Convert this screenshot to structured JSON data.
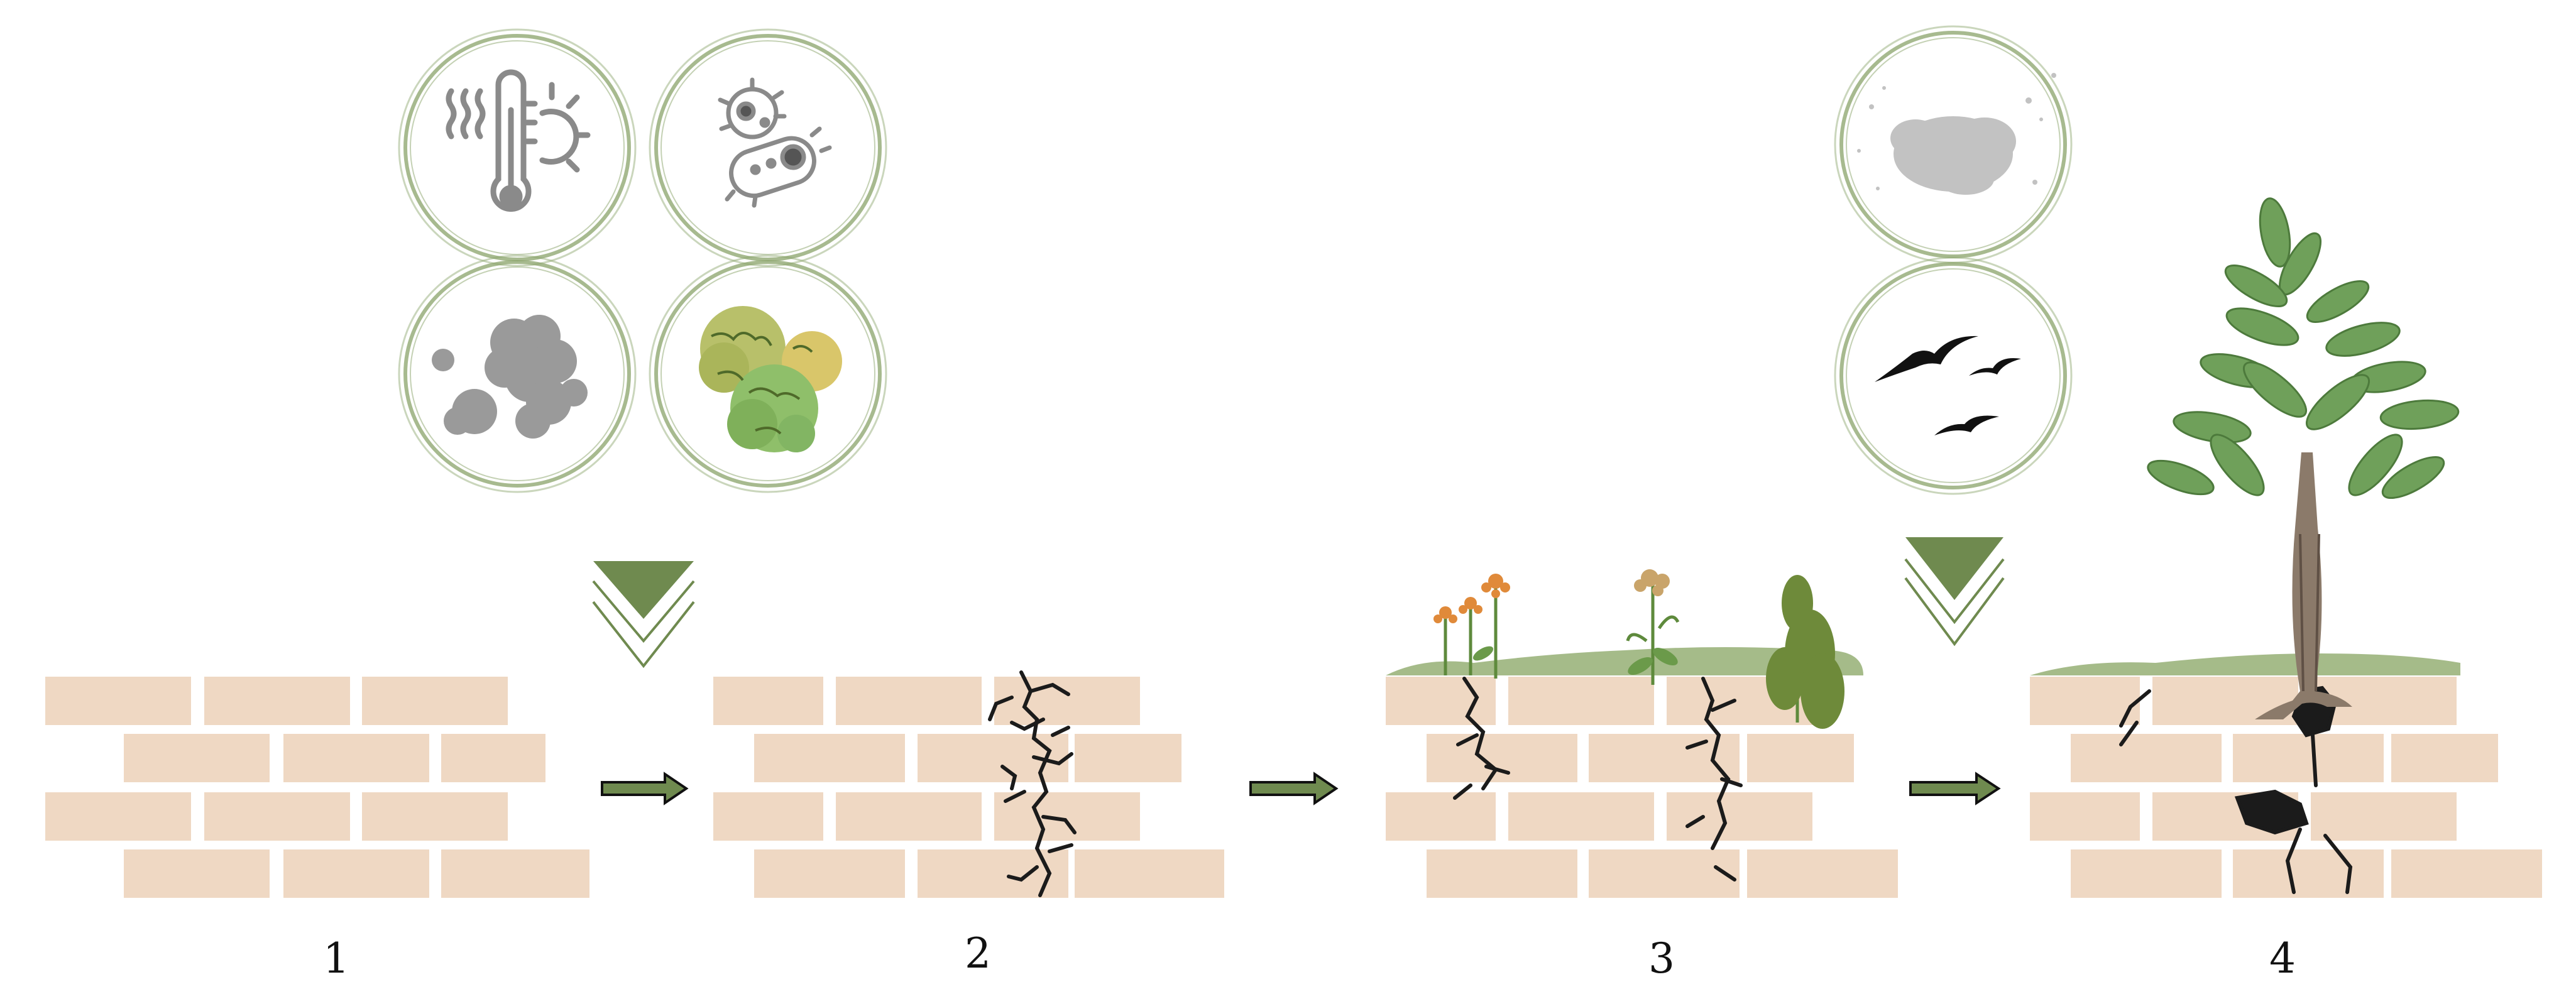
{
  "colors": {
    "brick": "#efd8c3",
    "brick_edge": "#e6cab1",
    "accent_green": "#6f8a4f",
    "ring_green": "#8aa36a",
    "icon_gray": "#8a8a8a",
    "crack": "#1b1b1b",
    "grass": "#8faa6b"
  },
  "factor_icons": [
    "temperature-sun-icon",
    "bacteria-icon",
    "pollution-particles-icon",
    "lichen-moss-icon",
    "dust-icon",
    "birds-icon"
  ],
  "stages": [
    {
      "label": "1",
      "state": "intact-wall"
    },
    {
      "label": "2",
      "state": "cracked-wall"
    },
    {
      "label": "3",
      "state": "wall-with-herbaceous-plants"
    },
    {
      "label": "4",
      "state": "wall-with-tree"
    }
  ]
}
